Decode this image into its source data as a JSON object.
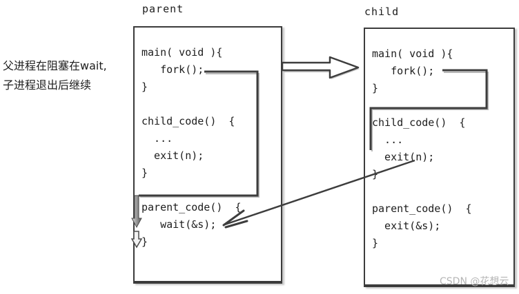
{
  "colors": {
    "ink": "#3d3d3d",
    "code_text": "#1c1c1c",
    "shadow_gray": "#b9b9b9",
    "watermark_gray": "#b5b5b5"
  },
  "annotation": {
    "line1": "父进程在阻塞在wait,",
    "line2": "子进程退出后继续"
  },
  "panels": {
    "parent": {
      "title": "parent",
      "code_lines": [
        "main( void ){",
        "   fork();",
        "}",
        "",
        "child_code()  {",
        "  ...",
        "  exit(n);",
        "}",
        "",
        "parent_code()  {",
        "   wait(&s);",
        "}"
      ]
    },
    "child": {
      "title": "child",
      "code_lines": [
        "main( void ){",
        "   fork();",
        "}",
        "",
        "child_code()  {",
        "  ...",
        "  exit(n);",
        "}",
        "",
        "parent_code()  {",
        "  exit(&s);",
        "}"
      ]
    }
  },
  "icons": {
    "fork_arrow": "fork-arrow-right",
    "exit_to_wait_arrow": "exit-to-wait-arrow",
    "flow_step_arrows": "flow-step-down-arrows"
  },
  "watermark": "CSDN @花想云"
}
